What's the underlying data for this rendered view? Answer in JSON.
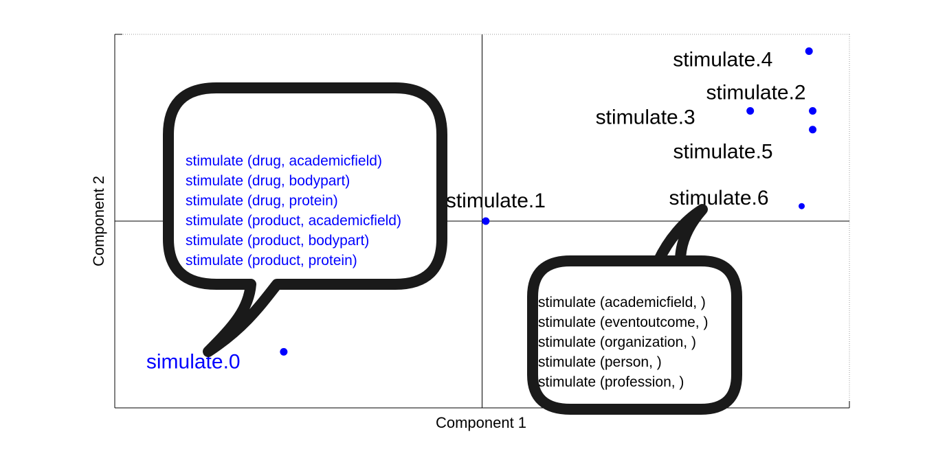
{
  "chart_data": {
    "type": "scatter",
    "xlabel": "Component 1",
    "ylabel": "Component 2",
    "xlim": [
      -1,
      1
    ],
    "ylim": [
      -1,
      1
    ],
    "grid": false,
    "points": [
      {
        "label": "simulate.0",
        "x": -0.54,
        "y": -0.7,
        "color": "#0000ff"
      },
      {
        "label": "stimulate.1",
        "x": 0.01,
        "y": 0.0,
        "color": "#000000"
      },
      {
        "label": "stimulate.2",
        "x": 0.9,
        "y": 0.59,
        "color": "#000000"
      },
      {
        "label": "stimulate.3",
        "x": 0.73,
        "y": 0.59,
        "color": "#000000"
      },
      {
        "label": "stimulate.4",
        "x": 0.89,
        "y": 0.91,
        "color": "#000000"
      },
      {
        "label": "stimulate.5",
        "x": 0.9,
        "y": 0.49,
        "color": "#000000"
      },
      {
        "label": "stimulate.6",
        "x": 0.87,
        "y": 0.08,
        "color": "#000000"
      }
    ],
    "annotations": [
      {
        "for": "simulate.0",
        "color": "#0000ff",
        "lines": [
          "stimulate (drug, academicfield)",
          "stimulate (drug, bodypart)",
          "stimulate (drug, protein)",
          "stimulate (product, academicfield)",
          "stimulate (product, bodypart)",
          "stimulate (product, protein)"
        ]
      },
      {
        "for": "stimulate.6",
        "color": "#000000",
        "lines": [
          "stimulate (academicfield, )",
          "stimulate (eventoutcome, )",
          "stimulate (organization, )",
          "stimulate (person, )",
          "stimulate (profession, )"
        ]
      }
    ]
  }
}
